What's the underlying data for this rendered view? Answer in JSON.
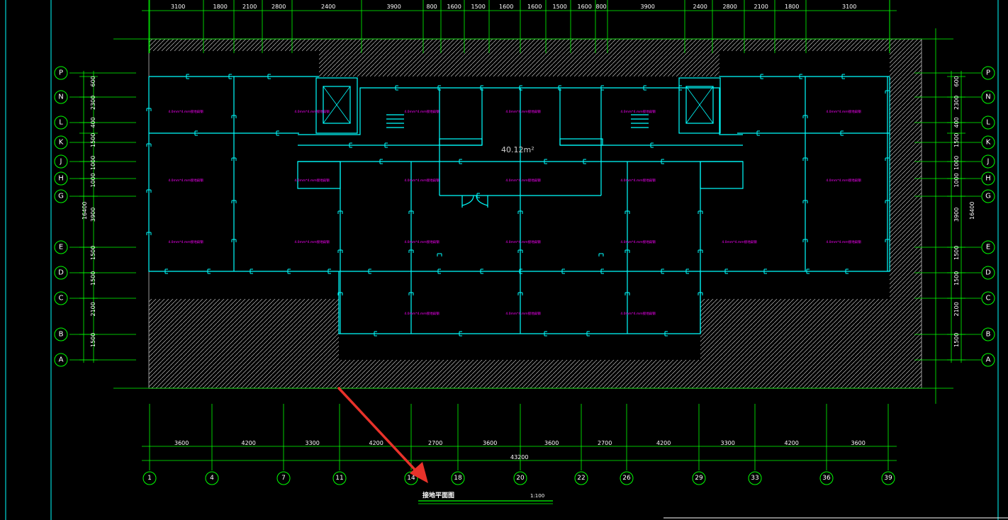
{
  "drawing": {
    "title": "接地平面图",
    "scale": "1:100",
    "area_label": "40.12m²",
    "room_label": "4.0mm*4.mm接地扁钢"
  },
  "top_dims": [
    "3100",
    "1800",
    "2100",
    "2800",
    "2400",
    "3900",
    "800",
    "1600",
    "1500",
    "1600",
    "1600",
    "1500",
    "1600",
    "800",
    "3900",
    "2400",
    "2800",
    "2100",
    "1800",
    "3100"
  ],
  "bottom_dims": [
    "3600",
    "4200",
    "3300",
    "4200",
    "2700",
    "3600",
    "3600",
    "2700",
    "4200",
    "3300",
    "4200",
    "3600"
  ],
  "bottom_total": "43200",
  "left_dims": [
    "600",
    "2300",
    "400",
    "1500",
    "1000",
    "1000",
    "3900",
    "1500",
    "1500",
    "2100",
    "1500"
  ],
  "side_total": "16400",
  "row_axes": [
    "P",
    "N",
    "L",
    "K",
    "J",
    "H",
    "G",
    "E",
    "D",
    "C",
    "B",
    "A"
  ],
  "col_axes": [
    "1",
    "4",
    "7",
    "11",
    "14",
    "18",
    "20",
    "22",
    "26",
    "29",
    "33",
    "36",
    "39"
  ],
  "colors": {
    "background": "#000000",
    "grid": "#00ff00",
    "wall": "#00ffff",
    "label": "#ff00ff",
    "text": "#ffffff",
    "pointer": "#e8322a"
  }
}
